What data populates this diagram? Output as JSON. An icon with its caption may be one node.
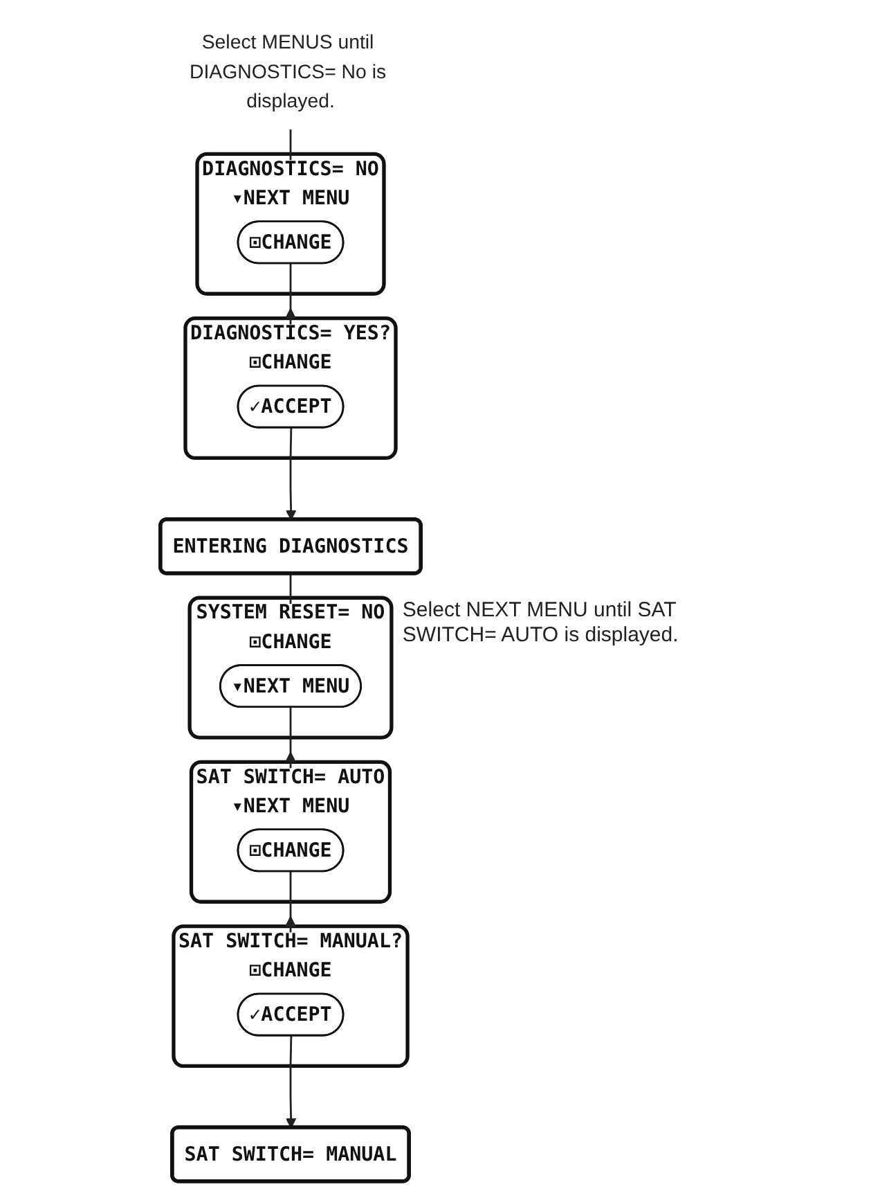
{
  "diagram": {
    "nodes": [
      {
        "text": [
          "Select MENUS until DIAGNOSTICS= No is displayed."
        ]
      },
      {
        "text": [
          "DIAGNOSTICS= NO",
          "▾NEXT MENU"
        ]
      },
      {
        "text": [
          "⊡CHANGE"
        ],
        "in": 1
      },
      {
        "text": [
          "DIAGNOSTICS= YES?",
          "⊡CHANGE"
        ]
      },
      {
        "text": [
          "✓ACCEPT"
        ],
        "in": 3
      },
      {
        "text": [
          "ENTERING DIAGNOSTICS"
        ]
      },
      {
        "text": [
          "SYSTEM RESET= NO",
          "⊡CHANGE"
        ],
        "beside": [
          "Select NEXT MENU until SAT SWITCH= AUTO is displayed."
        ]
      },
      {
        "text": [
          "▾NEXT MENU"
        ],
        "in": 6
      },
      {
        "text": [
          "SAT SWITCH= AUTO",
          "▾NEXT MENU"
        ]
      },
      {
        "text": [
          "⊡CHANGE"
        ],
        "in": 8
      },
      {
        "text": [
          "SAT SWITCH= MANUAL?",
          "⊡CHANGE"
        ]
      },
      {
        "text": [
          "✓ACCEPT"
        ],
        "in": 10
      },
      {
        "text": [
          "SAT SWITCH= MANUAL"
        ]
      }
    ],
    "edges": [
      {
        "from": 0,
        "to": 1,
        "arrow": "none"
      },
      {
        "from": 2,
        "to": 3,
        "arrow": "to"
      },
      {
        "from": 4,
        "to": 5,
        "arrow": "to"
      },
      {
        "from": 5,
        "to": 6,
        "arrow": "none"
      },
      {
        "from": 7,
        "to": 8,
        "arrow": "to"
      },
      {
        "from": 9,
        "to": 10,
        "arrow": "to"
      },
      {
        "from": 11,
        "to": 12,
        "arrow": "to"
      }
    ]
  }
}
